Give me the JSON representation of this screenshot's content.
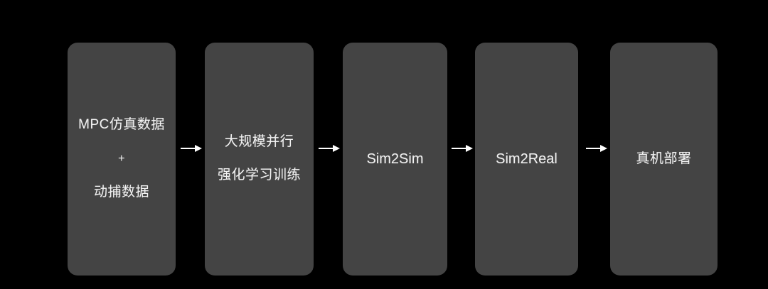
{
  "diagram": {
    "type": "pipeline-flow",
    "background_color": "#000000",
    "box_color": "#444444",
    "text_color": "#f2f2f2",
    "arrow_color": "#ffffff",
    "stages": [
      {
        "id": "stage-1",
        "lines": [
          "MPC仿真数据",
          "+",
          "动捕数据"
        ],
        "line1": "MPC仿真数据",
        "plus": "+",
        "line2": "动捕数据"
      },
      {
        "id": "stage-2",
        "lines": [
          "大规模并行",
          "强化学习训练"
        ],
        "line1": "大规模并行",
        "line2": "强化学习训练"
      },
      {
        "id": "stage-3",
        "lines": [
          "Sim2Sim"
        ],
        "line1": "Sim2Sim"
      },
      {
        "id": "stage-4",
        "lines": [
          "Sim2Real"
        ],
        "line1": "Sim2Real"
      },
      {
        "id": "stage-5",
        "lines": [
          "真机部署"
        ],
        "line1": "真机部署"
      }
    ],
    "connectors": [
      {
        "id": "arrow-1",
        "icon": "arrow-right-icon",
        "from": "stage-1",
        "to": "stage-2"
      },
      {
        "id": "arrow-2",
        "icon": "arrow-right-icon",
        "from": "stage-2",
        "to": "stage-3"
      },
      {
        "id": "arrow-3",
        "icon": "arrow-right-icon",
        "from": "stage-3",
        "to": "stage-4"
      },
      {
        "id": "arrow-4",
        "icon": "arrow-right-icon",
        "from": "stage-4",
        "to": "stage-5"
      }
    ]
  }
}
